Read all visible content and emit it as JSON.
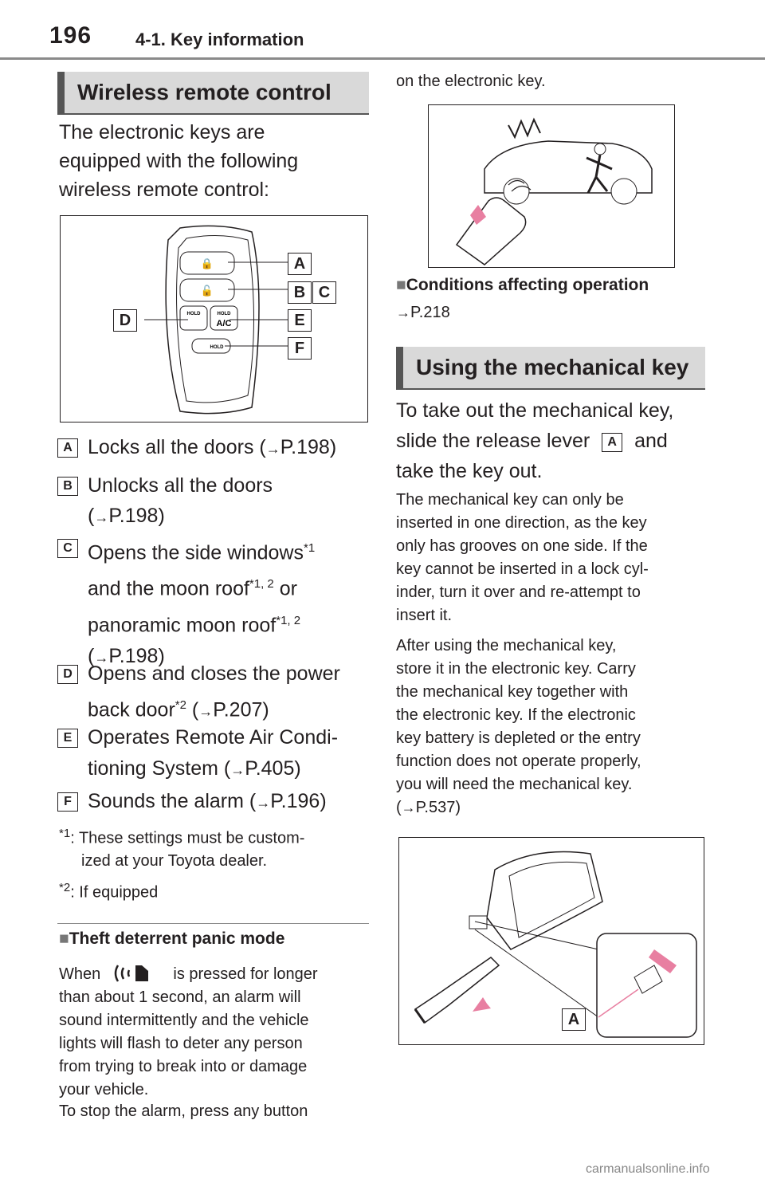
{
  "header": {
    "page_number": "196",
    "section": "4-1. Key information"
  },
  "wireless": {
    "heading": "Wireless remote control",
    "intro": "The electronic keys are equipped with the following wireless remote control:",
    "diagram_labels": [
      "A",
      "B",
      "C",
      "D",
      "E",
      "F"
    ],
    "key_button_texts": {
      "hold1": "HOLD",
      "hold2": "HOLD",
      "ac": "A/C",
      "hold3": "HOLD"
    },
    "items": [
      {
        "label": "A",
        "text": "Locks all the doors (",
        "ref": "P.198)"
      },
      {
        "label": "B",
        "text": "Unlocks all the doors",
        "ref": "P.198)"
      },
      {
        "label": "C",
        "text1": "Opens the side windows",
        "sup1": "*1",
        "text2": "and the moon roof",
        "sup2": "*1, 2",
        "text3": " or",
        "text4": "panoramic moon roof",
        "sup3": "*1, 2",
        "ref": "P.198)"
      },
      {
        "label": "D",
        "text1": "Opens and closes the power",
        "text2": "back door",
        "sup": "*2",
        "ref": "P.207)"
      },
      {
        "label": "E",
        "text1": "Operates Remote Air Condi-",
        "text2": "tioning System (",
        "ref": "P.405)"
      },
      {
        "label": "F",
        "text": "Sounds the alarm (",
        "ref": "P.196)"
      }
    ],
    "footnote1_mark": "*1",
    "footnote1": ": These settings must be custom-",
    "footnote1b": "ized at your Toyota dealer.",
    "footnote2_mark": "*2",
    "footnote2": ": If equipped"
  },
  "panic": {
    "title": "Theft deterrent panic mode",
    "para1a": "When",
    "para1b": "is pressed for longer",
    "para1c": "than about 1 second, an alarm will",
    "para1d": "sound intermittently and the vehicle",
    "para1e": "lights will flash to deter any person",
    "para1f": "from trying to break into or damage",
    "para1g": "your vehicle.",
    "para2": "To stop the alarm, press any button",
    "para2_cont": "on the electronic key."
  },
  "conditions": {
    "title": "Conditions affecting operation",
    "ref": "P.218"
  },
  "mechanical": {
    "heading": "Using the mechanical key",
    "lead1": "To take out the mechanical key,",
    "lead2a": "slide the release lever",
    "lead2_label": "A",
    "lead2b": "and",
    "lead3": "take the key out.",
    "p1": [
      "The mechanical key can only be",
      "inserted in one direction, as the key",
      "only has grooves on one side. If the",
      "key cannot be inserted in a lock cyl-",
      "inder, turn it over and re-attempt to",
      "insert it."
    ],
    "p2": [
      "After using the mechanical key,",
      "store it in the electronic key. Carry",
      "the mechanical key together with",
      "the electronic key. If the electronic",
      "key battery is depleted or the entry",
      "function does not operate properly,",
      "you will need the mechanical key."
    ],
    "p2_ref": "P.537)",
    "figure_label": "A"
  },
  "colors": {
    "heading_bg": "#d9d9d9",
    "accent_pink": "#e87fa1"
  },
  "watermark": "carmanualsonline.info"
}
